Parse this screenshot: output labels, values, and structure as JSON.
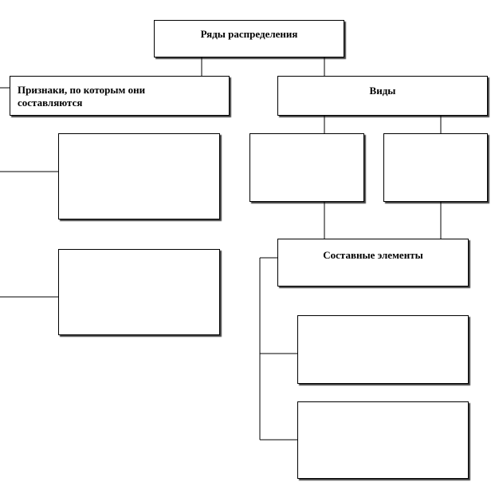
{
  "diagram": {
    "root": "Ряды распределения",
    "left_branch": "Признаки, по которым они составляются",
    "right_branch": "Виды",
    "elements": "Составные элементы"
  },
  "colors": {
    "line": "#000000",
    "box_border": "#000000",
    "shadow": "#000000",
    "background": "#ffffff"
  }
}
